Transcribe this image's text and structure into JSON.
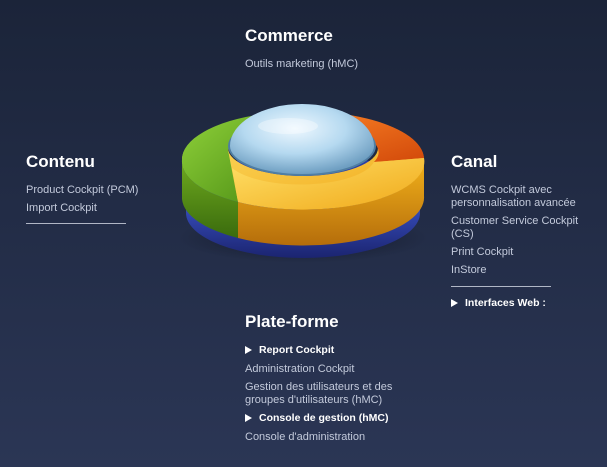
{
  "commerce": {
    "title": "Commerce",
    "links": [
      "Outils marketing (hMC)"
    ]
  },
  "contenu": {
    "title": "Contenu",
    "links": [
      "Product Cockpit (PCM)",
      "Import Cockpit"
    ]
  },
  "canal": {
    "title": "Canal",
    "links": [
      "WCMS Cockpit avec personnalisation avancée",
      "Customer Service Cockpit (CS)",
      "Print Cockpit",
      "InStore"
    ],
    "web_interfaces": "Interfaces Web :"
  },
  "plateforme": {
    "title": "Plate-forme",
    "report_cockpit": "Report Cockpit",
    "admin_links": [
      "Administration Cockpit",
      "Gestion des utilisateurs et des groupes d'utilisateurs (hMC)"
    ],
    "console_gestion": "Console de gestion (hMC)",
    "console_links": [
      "Console d'administration"
    ]
  },
  "colors": {
    "background": "#222c46",
    "commerce_segment": "#e8620f",
    "contenu_segment": "#6fae1e",
    "canal_segment": "#f3b81a",
    "plateforme_base": "#2d3f9c",
    "center_dome": "#b9dcf2"
  }
}
